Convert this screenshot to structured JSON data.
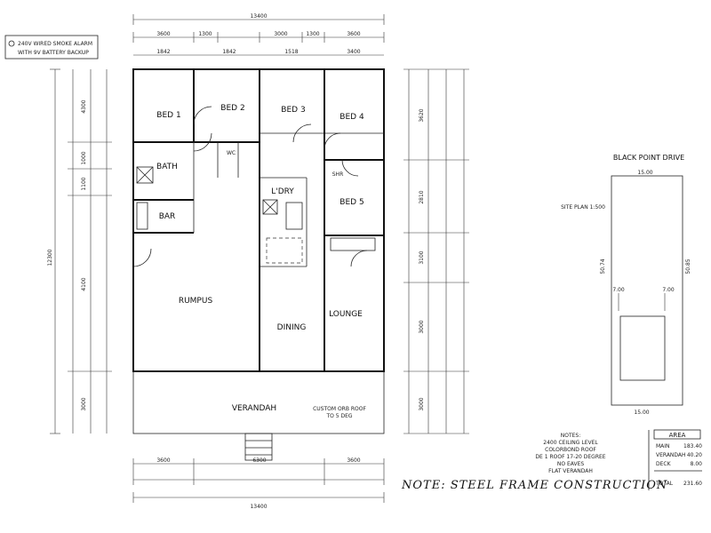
{
  "smoke_alarm_note": [
    "240V WIRED SMOKE ALARM",
    "WITH 9V BATTERY BACKUP"
  ],
  "rooms": {
    "bed1": "BED 1",
    "bed2": "BED 2",
    "bed3": "BED 3",
    "bed4": "BED 4",
    "bath": "BATH",
    "bar": "BAR",
    "ldry": "L'DRY",
    "bed5": "BED 5",
    "rumpus": "RUMPUS",
    "dining": "DINING",
    "lounge": "LOUNGE",
    "verandah": "VERANDAH"
  },
  "minor_labels": {
    "wc": "WC",
    "shr": "SHR",
    "verandah_roof": "CUSTOM ORB ROOF",
    "verandah_roof2": "TO 5 DEG"
  },
  "dimensions": {
    "overall_top": "13400",
    "overall_bottom": "13400",
    "overall_left": "12300",
    "top_row": [
      "3600",
      "1300",
      "3000",
      "1300",
      "3600"
    ],
    "top_sub": [
      "1842",
      "1842",
      "1518",
      "3400"
    ],
    "left_col": [
      "4300",
      "1000",
      "1100",
      "4100",
      "3000"
    ],
    "right_col": [
      "3620",
      "2810",
      "3100",
      "3000",
      "3000"
    ],
    "bottom_row": [
      "3600",
      "6300",
      "3600"
    ]
  },
  "notes_block": [
    "NOTES:",
    "2400 CEILING LEVEL",
    "COLORBOND ROOF",
    "DE 1 ROOF 17-20 DEGREE",
    "NO EAVES",
    "FLAT VERANDAH"
  ],
  "main_note": "NOTE: STEEL FRAME CONSTRUCTION",
  "area": {
    "title": "AREA",
    "rows": [
      {
        "label": "MAIN",
        "value": "183.40"
      },
      {
        "label": "VERANDAH",
        "value": "40.20"
      },
      {
        "label": "DECK",
        "value": "8.00"
      }
    ],
    "total_label": "TOTAL",
    "total_value": "231.60"
  },
  "site_plan": {
    "street": "BLACK POINT DRIVE",
    "title": "SITE PLAN 1:500",
    "top_width": "15.00",
    "bottom_width": "15.00",
    "left_depth": "50.74",
    "right_depth": "50.85",
    "setback_left": "7.00",
    "setback_right": "7.00"
  }
}
